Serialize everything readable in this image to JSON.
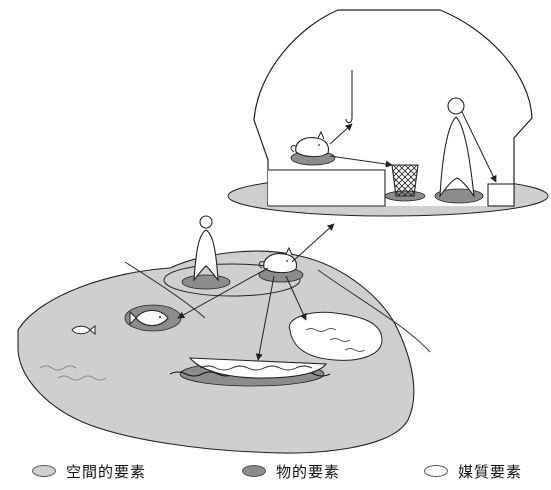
{
  "legend": {
    "items": [
      {
        "label": "空間的要素",
        "color": "#cfcfcf"
      },
      {
        "label": "物的要素",
        "color": "#8c8c8c"
      },
      {
        "label": "媒質要素",
        "color": "#ffffff"
      }
    ]
  },
  "colors": {
    "spatial": "#cfcfcf",
    "physical": "#8c8c8c",
    "medium": "#ffffff",
    "stroke": "#222222"
  },
  "icons": [
    "hut",
    "hook",
    "cat",
    "basket",
    "human-figure",
    "box",
    "fish",
    "boat",
    "waves",
    "pond"
  ]
}
